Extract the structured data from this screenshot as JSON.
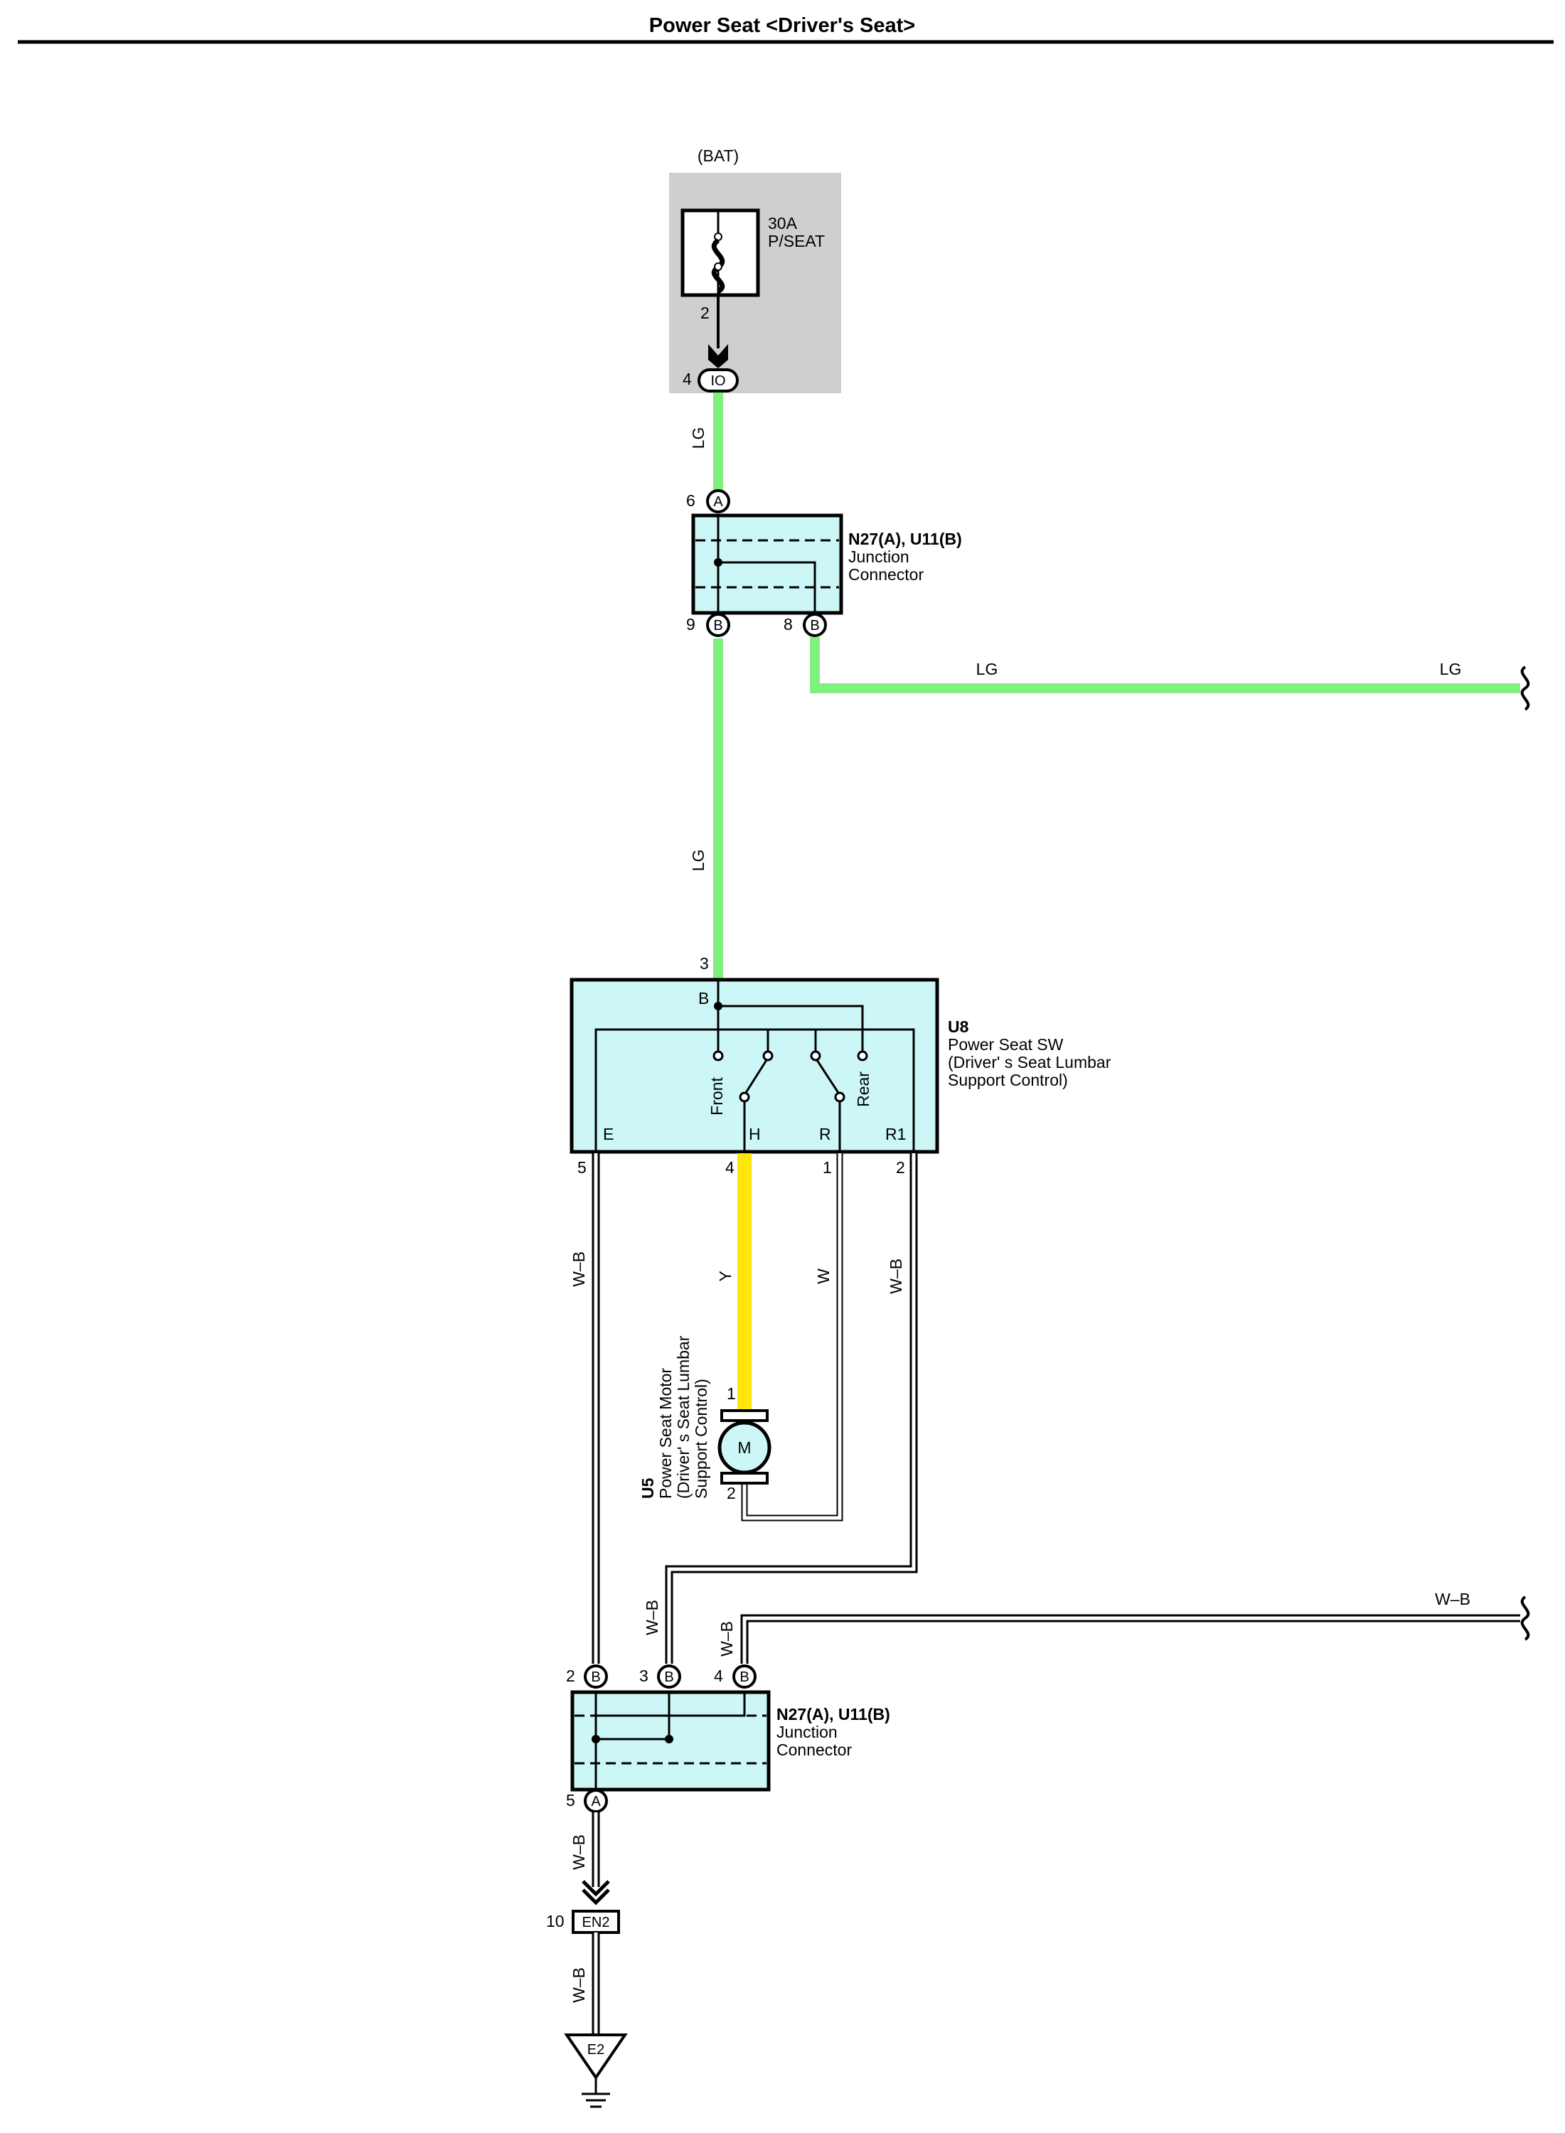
{
  "title": "Power Seat <Driver's Seat>",
  "fuse": {
    "source": "(BAT)",
    "rating": "30A",
    "name": "P/SEAT",
    "pin_out": "2",
    "connector_pin": "4",
    "connector_code": "IO"
  },
  "junction_top": {
    "code": "N27(A), U11(B)",
    "line1": "Junction",
    "line2": "Connector",
    "pin_in": "6",
    "pin_in_tag": "A",
    "pin_left": "9",
    "pin_left_tag": "B",
    "pin_right": "8",
    "pin_right_tag": "B"
  },
  "switch": {
    "code": "U8",
    "line1": "Power Seat SW",
    "line2": "(Driver' s Seat Lumbar",
    "line3": " Support Control)",
    "pin_top": "3",
    "term_b": "B",
    "term_e": "E",
    "term_h": "H",
    "term_r": "R",
    "term_r1": "R1",
    "label_front": "Front",
    "label_rear": "Rear",
    "pin_e": "5",
    "pin_h": "4",
    "pin_r": "1",
    "pin_r1": "2"
  },
  "motor": {
    "code": "U5",
    "line1": "Power Seat Motor",
    "line2": "(Driver' s Seat Lumbar",
    "line3": " Support Control)",
    "symbol": "M",
    "pin1": "1",
    "pin2": "2"
  },
  "junction_bottom": {
    "code": "N27(A), U11(B)",
    "line1": "Junction",
    "line2": "Connector",
    "pin_a": "2",
    "pin_b": "3",
    "pin_c": "4",
    "pin_tag": "B",
    "pin_out": "5",
    "pin_out_tag": "A"
  },
  "ground": {
    "connector_pin": "10",
    "connector_code": "EN2",
    "point": "E2"
  },
  "wire_labels": {
    "lg": "LG",
    "y": "Y",
    "w": "W",
    "wb": "W–B"
  },
  "colors": {
    "lg_wire": "#7ef17e",
    "y_wire": "#ffe60a",
    "component_fill": "#cdf7f7",
    "fuse_box_fill": "#cfcfcf"
  }
}
